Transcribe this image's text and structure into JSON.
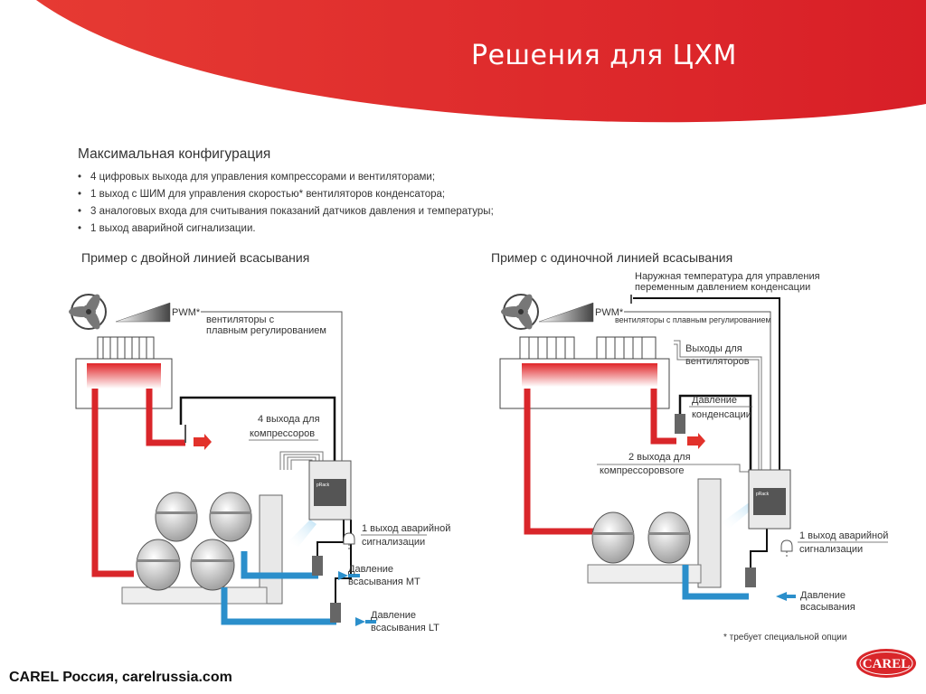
{
  "slide": {
    "title": "Решения для ЦХМ",
    "heading": "Максимальная конфигурация",
    "bullets": [
      "4 цифровых выхода для управления компрессорами и вентиляторами;",
      "1 выход с ШИМ для управления скоростью* вентиляторов конденсатора;",
      "3 аналоговых входа для считывания показаний датчиков давления и температуры;",
      "1 выход аварийной сигнализации."
    ],
    "footer": "CAREL Россия, carelrussia.com",
    "logo_text": "CAREL",
    "colors": {
      "banner": "#e0262b",
      "hot_line": "#d9262a",
      "cold_line": "#2b8fcb",
      "arrow_red": "#e2322b",
      "arrow_blue": "#2b8fcb"
    }
  },
  "left_diagram": {
    "title": "Пример с двойной линией всасывания",
    "pwm": "PWM*",
    "fans_label": [
      "вентиляторы с",
      "плавным регулированием"
    ],
    "outputs_label": [
      "4 выхода для",
      "компрессоров"
    ],
    "alarm_label": [
      "1 выход аварийной",
      "сигнализации"
    ],
    "mt_label": [
      "Давление",
      "всасывания MT"
    ],
    "lt_label": [
      "Давление",
      "всасывания LT"
    ],
    "controller": "pRack"
  },
  "right_diagram": {
    "title": "Пример с одиночной линией всасывания",
    "outdoor_label": [
      "Наружная температура для управления",
      "переменным давлением конденсации"
    ],
    "pwm": "PWM*",
    "fans_label": "вентиляторы с плавным регулированием",
    "fan_outputs_label": [
      "Выходы для",
      "вентиляторов"
    ],
    "condensing_label": [
      "Давление",
      "конденсации"
    ],
    "outputs_label": [
      "2 выхода для",
      "компрессоровsore"
    ],
    "alarm_label": [
      "1 выход аварийной",
      "сигнализации"
    ],
    "suction_label": [
      "Давление",
      "всасывания"
    ],
    "controller": "pRack",
    "note": "* требует специальной опции"
  }
}
